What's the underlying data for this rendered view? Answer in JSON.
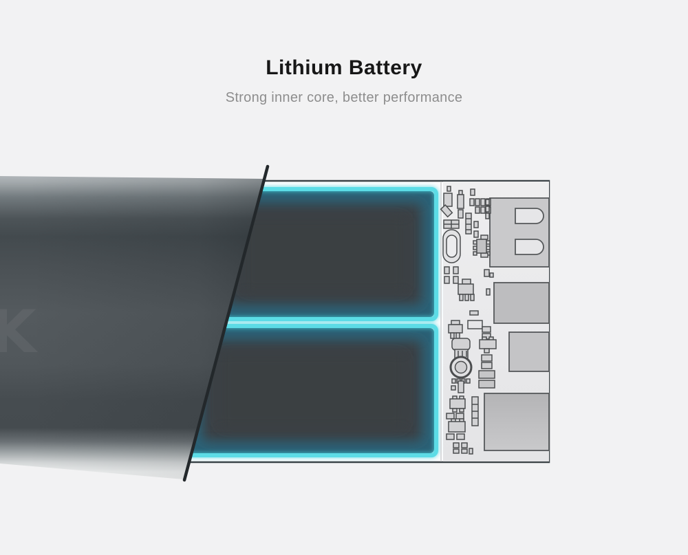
{
  "header": {
    "title": "Lithium Battery",
    "subtitle": "Strong inner core, better performance"
  },
  "colors": {
    "page_background": "#f2f2f3",
    "accent_cyan": "#5bdce6",
    "cell_core_dark": "#3b4145",
    "cell_inner_teal": "#2b6176",
    "body_gray": "#50565a",
    "panel_outline": "#3b4246",
    "pcb_component_outline": "#4b4d4f",
    "chip_gray": "#bdbdbf"
  },
  "diagram": {
    "type": "product-cutaway",
    "subject": "power bank internal structure",
    "battery_cell_count": 2,
    "parts": [
      {
        "name": "power-bank-body"
      },
      {
        "name": "lithium-cell-top"
      },
      {
        "name": "lithium-cell-bottom"
      },
      {
        "name": "circuit-board"
      },
      {
        "name": "dual-usb-port"
      },
      {
        "name": "crystal-oscillator"
      },
      {
        "name": "inductor-coil"
      },
      {
        "name": "ic-chips"
      }
    ]
  }
}
